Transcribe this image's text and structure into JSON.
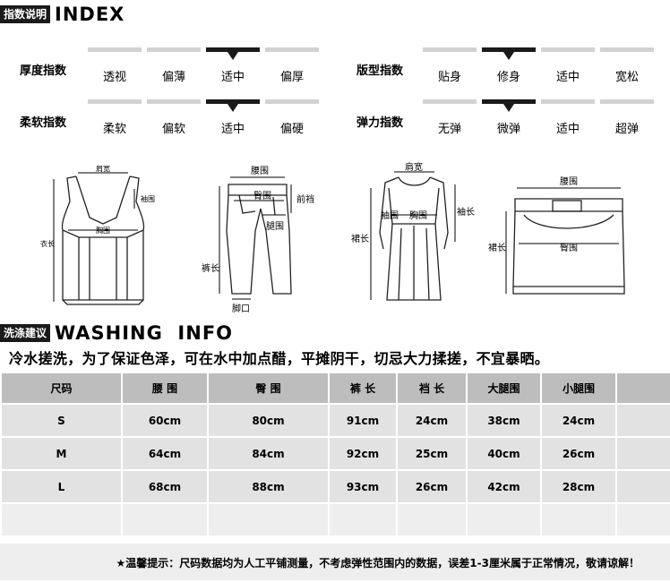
{
  "index_section": {
    "tag": "指数说明",
    "title": "INDEX",
    "rows": [
      {
        "label": "厚度指数",
        "options": [
          "透视",
          "偏薄",
          "适中",
          "偏厚"
        ],
        "selected": 2
      },
      {
        "label": "版型指数",
        "options": [
          "贴身",
          "修身",
          "适中",
          "宽松"
        ],
        "selected": 1
      },
      {
        "label": "柔软指数",
        "options": [
          "柔软",
          "偏软",
          "适中",
          "偏硬"
        ],
        "selected": 2
      },
      {
        "label": "弹力指数",
        "options": [
          "无弹",
          "微弹",
          "适中",
          "超弹"
        ],
        "selected": 1
      }
    ]
  },
  "sketches": {
    "top": {
      "shoulder": "肩宽",
      "armhole": "袖围",
      "bust": "胸围",
      "length": "衣长"
    },
    "pants": {
      "waist": "腰围",
      "hip": "臀围",
      "front_rise": "前裆",
      "thigh": "腿围",
      "length": "裤长",
      "hem": "脚口"
    },
    "dress": {
      "shoulder": "肩宽",
      "sleeve_opening": "袖围",
      "bust": "胸围",
      "sleeve_length": "袖长",
      "length": "裙长"
    },
    "skirt": {
      "waist": "腰围",
      "hip": "臀围",
      "length": "裙长"
    }
  },
  "washing_section": {
    "tag": "洗涤建议",
    "title": "WASHING  INFO",
    "note": "冷水搓洗，为了保证色泽，可在水中加点醋，平摊阴干，切忌大力揉搓，不宜暴晒。"
  },
  "size_table": {
    "headers": [
      "尺码",
      "腰 围",
      "臀 围",
      "裤 长",
      "裆 长",
      "大腿围",
      "小腿围",
      ""
    ],
    "rows": [
      [
        "S",
        "60cm",
        "80cm",
        "91cm",
        "24cm",
        "38cm",
        "24cm",
        ""
      ],
      [
        "M",
        "64cm",
        "84cm",
        "92cm",
        "25cm",
        "40cm",
        "26cm",
        ""
      ],
      [
        "L",
        "68cm",
        "88cm",
        "93cm",
        "26cm",
        "42cm",
        "28cm",
        ""
      ],
      [
        "",
        "",
        "",
        "",
        "",
        "",
        "",
        ""
      ]
    ]
  },
  "footer_note": "★温馨提示：尺码数据均为人工平铺测量，不考虑弹性范围内的数据，误差1-3厘米属于正常情况，敬请谅解！",
  "colors": {
    "dark": "#1a1a1a",
    "bar_inactive": "#d2d2d2",
    "table_head": "#bdbdbd",
    "table_cell": "#e2e2e2"
  }
}
